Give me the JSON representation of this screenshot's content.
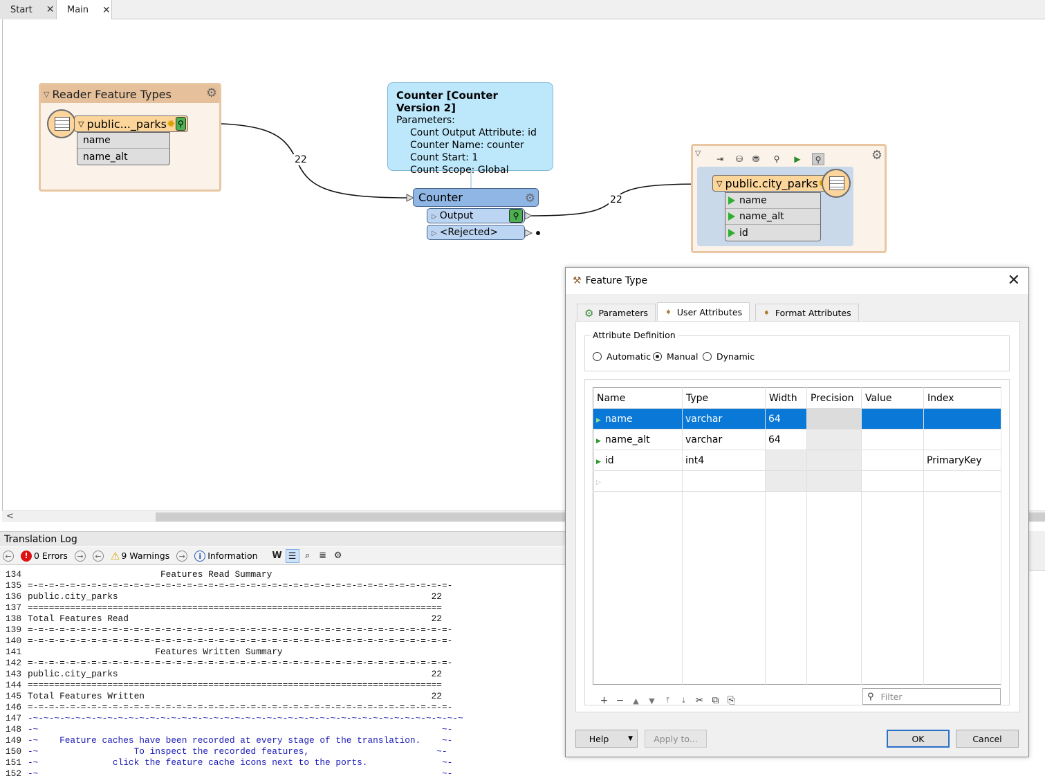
{
  "tabs": [
    {
      "label": "Start",
      "close": "✕"
    },
    {
      "label": "Main",
      "close": "✕"
    }
  ],
  "canvas": {
    "reader_bookmark": {
      "title": "Reader Feature Types",
      "feature_type": "public..._parks",
      "attributes": [
        "name",
        "name_alt"
      ]
    },
    "link_counts": {
      "reader_to_counter": "22",
      "counter_to_writer": "22"
    },
    "counter_tooltip": {
      "title": "Counter [Counter Version 2]",
      "params_label": "Parameters:",
      "params": [
        "Count Output Attribute: id",
        "Counter Name: counter",
        "Count Start: 1",
        "Count Scope: Global"
      ]
    },
    "counter": {
      "name": "Counter",
      "ports": [
        "Output",
        "<Rejected>"
      ]
    },
    "writer_bookmark": {
      "feature_type": "public.city_parks",
      "attributes": [
        "name",
        "name_alt",
        "id"
      ]
    },
    "scroll_left": "<"
  },
  "log": {
    "title": "Translation Log",
    "errors": "0 Errors",
    "warnings": "9 Warnings",
    "information": "Information",
    "lines": [
      {
        "n": "134",
        "t": "                         Features Read Summary",
        "blue": false
      },
      {
        "n": "135",
        "t": "=-=-=-=-=-=-=-=-=-=-=-=-=-=-=-=-=-=-=-=-=-=-=-=-=-=-=-=-=-=-=-=-=-=-=-=-=-=-=-=-",
        "blue": false
      },
      {
        "n": "136",
        "t": "public.city_parks                                                           22",
        "blue": false
      },
      {
        "n": "137",
        "t": "==============================================================================",
        "blue": false
      },
      {
        "n": "138",
        "t": "Total Features Read                                                         22",
        "blue": false
      },
      {
        "n": "139",
        "t": "=-=-=-=-=-=-=-=-=-=-=-=-=-=-=-=-=-=-=-=-=-=-=-=-=-=-=-=-=-=-=-=-=-=-=-=-=-=-=-=-",
        "blue": false
      },
      {
        "n": "140",
        "t": "=-=-=-=-=-=-=-=-=-=-=-=-=-=-=-=-=-=-=-=-=-=-=-=-=-=-=-=-=-=-=-=-=-=-=-=-=-=-=-=-",
        "blue": false
      },
      {
        "n": "141",
        "t": "                        Features Written Summary",
        "blue": false
      },
      {
        "n": "142",
        "t": "=-=-=-=-=-=-=-=-=-=-=-=-=-=-=-=-=-=-=-=-=-=-=-=-=-=-=-=-=-=-=-=-=-=-=-=-=-=-=-=-",
        "blue": false
      },
      {
        "n": "143",
        "t": "public.city_parks                                                           22",
        "blue": false
      },
      {
        "n": "144",
        "t": "==============================================================================",
        "blue": false
      },
      {
        "n": "145",
        "t": "Total Features Written                                                      22",
        "blue": false
      },
      {
        "n": "146",
        "t": "=-=-=-=-=-=-=-=-=-=-=-=-=-=-=-=-=-=-=-=-=-=-=-=-=-=-=-=-=-=-=-=-=-=-=-=-=-=-=-=-",
        "blue": false
      },
      {
        "n": "147",
        "t": "-~-~-~-~-~-~-~-~-~-~-~-~-~-~-~-~-~-~-~-~-~-~-~-~-~-~-~-~-~-~-~-~-~-~-~-~-~-~-~-~-~",
        "blue": true
      },
      {
        "n": "148",
        "t": "-~                                                                            ~-",
        "blue": true
      },
      {
        "n": "149",
        "t": "-~    Feature caches have been recorded at every stage of the translation.    ~-",
        "blue": true
      },
      {
        "n": "150",
        "t": "-~                  To inspect the recorded features,                        ~-",
        "blue": true
      },
      {
        "n": "151",
        "t": "-~              click the feature cache icons next to the ports.              ~-",
        "blue": true
      },
      {
        "n": "152",
        "t": "-~                                                                            ~-",
        "blue": true
      }
    ]
  },
  "dialog": {
    "title": "Feature Type",
    "close": "✕",
    "tabs": [
      "Parameters",
      "User Attributes",
      "Format Attributes"
    ],
    "active_tab": "User Attributes",
    "attribute_definition": {
      "legend": "Attribute Definition",
      "options": [
        "Automatic",
        "Manual",
        "Dynamic"
      ],
      "selected": "Manual"
    },
    "table": {
      "columns": [
        "Name",
        "Type",
        "Width",
        "Precision",
        "Value",
        "Index"
      ],
      "rows": [
        [
          "name",
          "varchar",
          "64",
          "",
          "",
          ""
        ],
        [
          "name_alt",
          "varchar",
          "64",
          "",
          "",
          ""
        ],
        [
          "id",
          "int4",
          "",
          "",
          "",
          "PrimaryKey"
        ]
      ]
    },
    "filter_placeholder": "Filter",
    "buttons": {
      "help": "Help",
      "apply": "Apply to...",
      "ok": "OK",
      "cancel": "Cancel"
    }
  }
}
